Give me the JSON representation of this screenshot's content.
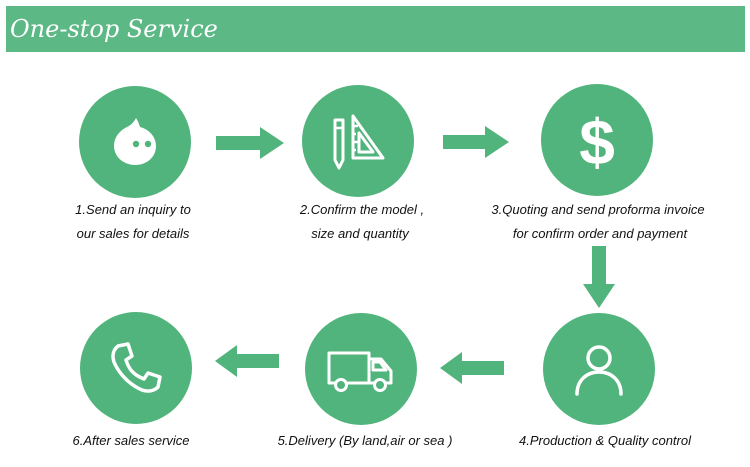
{
  "header": {
    "title": "One-stop Service"
  },
  "colors": {
    "accent": "#52b47d",
    "header_bg": "#5cb885",
    "icon": "#ffffff",
    "text": "#111111"
  },
  "steps": [
    {
      "icon": "chat-bubble-icon",
      "line1": "1.Send an inquiry to",
      "line2": "our sales for details"
    },
    {
      "icon": "ruler-pencil-icon",
      "line1": "2.Confirm the model ,",
      "line2": "size and quantity"
    },
    {
      "icon": "dollar-icon",
      "line1": "3.Quoting and send proforma invoice",
      "line2": "for confirm order and payment"
    },
    {
      "icon": "person-icon",
      "line1": "4.Production & Quality control"
    },
    {
      "icon": "truck-icon",
      "line1": "5.Delivery (By land,air or sea )"
    },
    {
      "icon": "phone-icon",
      "line1": "6.After sales service"
    }
  ]
}
